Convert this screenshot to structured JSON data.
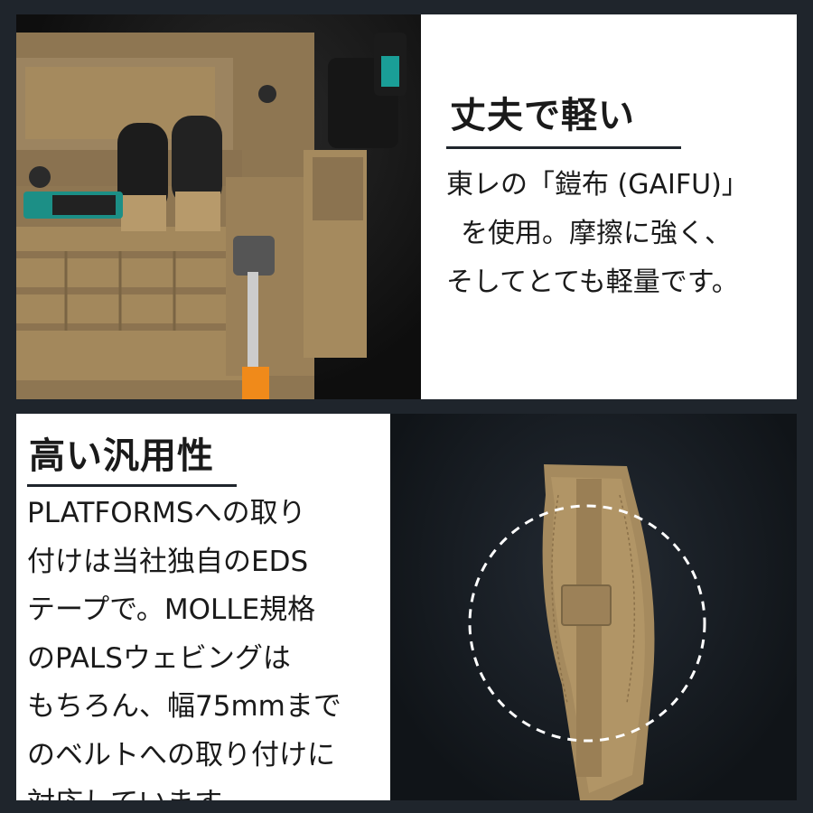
{
  "top": {
    "heading": "丈夫で軽い",
    "lines": [
      "東レの「鎧布 (GAIFU)」",
      "を使用。摩擦に強く、",
      "そしてとても軽量です。"
    ]
  },
  "bottom": {
    "heading": "高い汎用性",
    "lines": [
      "PLATFORMSへの取り",
      "付けは当社独自のEDS",
      "テープで。MOLLE規格",
      "のPALSウェビングは",
      "もちろん、幅75mmまで",
      "のベルトへの取り付けに",
      "対応しています。"
    ]
  },
  "colors": {
    "background": "#1f252c",
    "panel": "#ffffff",
    "coyote": "#a58a5e"
  },
  "photos": {
    "top": "tool-pouch-photo",
    "bottom": "eds-tape-photo"
  }
}
